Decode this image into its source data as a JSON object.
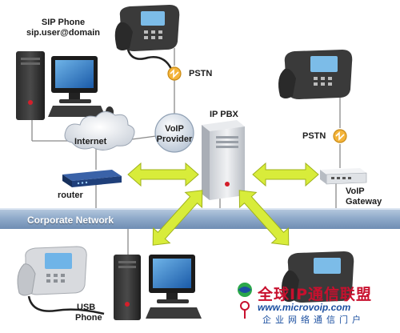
{
  "labels": {
    "sip_phone_title": "SIP Phone",
    "sip_phone_address": "sip.user@domain",
    "pstn_top": "PSTN",
    "internet": "Internet",
    "voip_provider_line1": "VoIP",
    "voip_provider_line2": "Provider",
    "ip_pbx": "IP PBX",
    "pstn_right": "PSTN",
    "router": "router",
    "voip_gateway_line1": "VoIP",
    "voip_gateway_line2": "Gateway",
    "corporate_network": "Corporate Network",
    "usb_phone_line1": "USB",
    "usb_phone_line2": "Phone"
  },
  "watermark": {
    "title_cn": "全球IP通信联盟",
    "url": "www.microvoip.com",
    "subtitle_cn": "企业网络通信门户"
  },
  "colors": {
    "network_band": "#8ea9c9",
    "arrow": "#d8ec3a",
    "arrow_outline": "#9fb21c",
    "pstn_badge": "#f4b43a",
    "router_body": "#1f3f7a",
    "watermark_red": "#c8102e",
    "watermark_blue": "#1b4fa0"
  }
}
